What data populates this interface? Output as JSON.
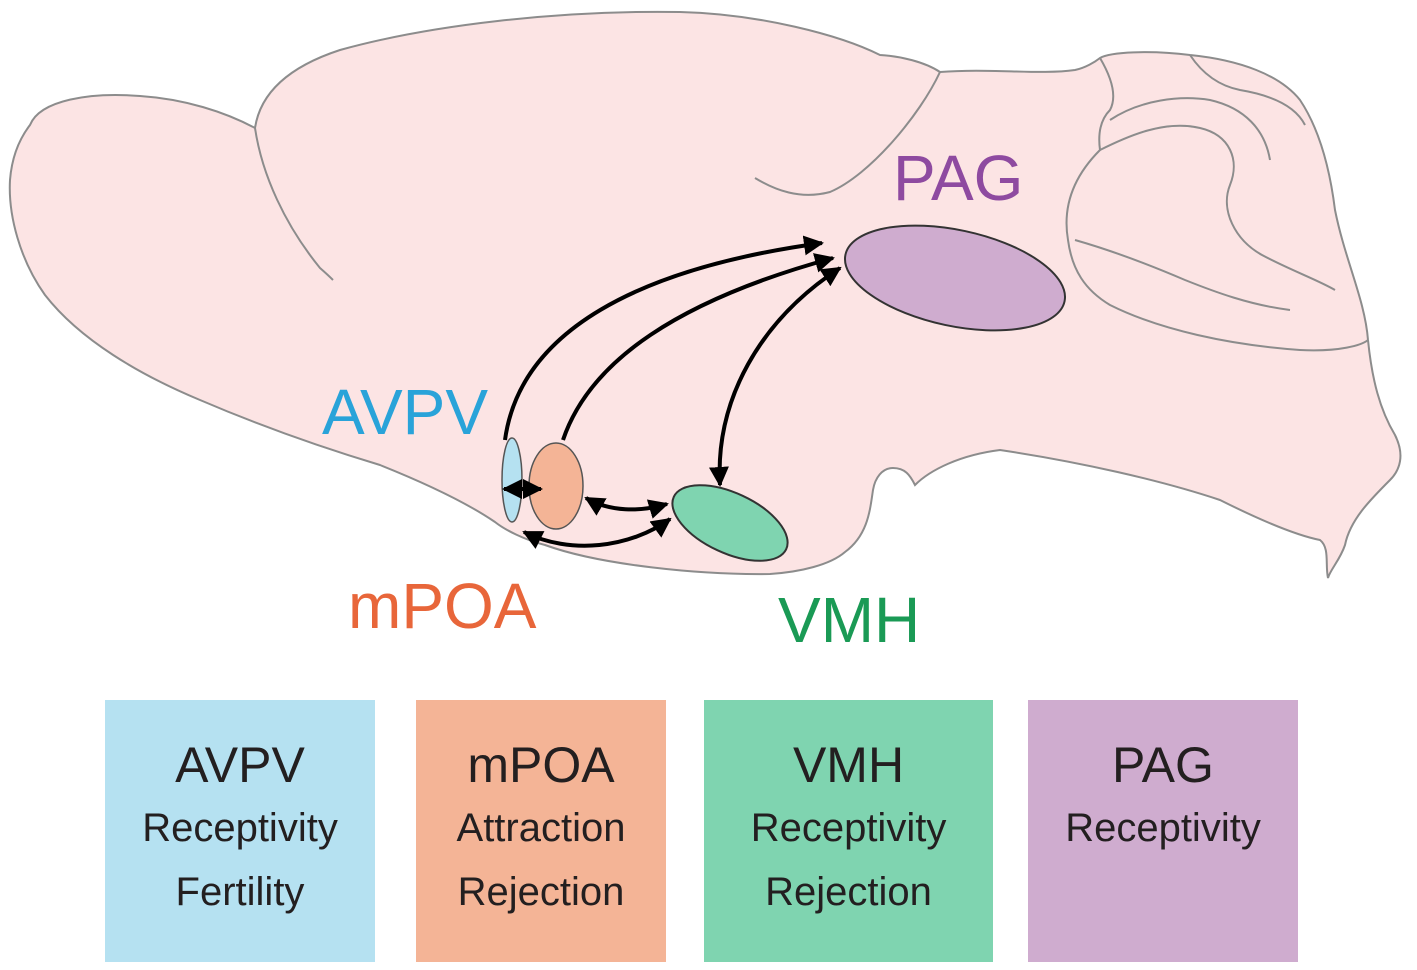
{
  "labels": {
    "pag": "PAG",
    "avpv": "AVPV",
    "mpoa": "mPOA",
    "vmh": "VMH"
  },
  "boxes": [
    {
      "id": "avpv",
      "title": "AVPV",
      "functions": [
        "Receptivity",
        "Fertility"
      ]
    },
    {
      "id": "mpoa",
      "title": "mPOA",
      "functions": [
        "Attraction",
        "Rejection"
      ]
    },
    {
      "id": "vmh",
      "title": "VMH",
      "functions": [
        "Receptivity",
        "Rejection"
      ]
    },
    {
      "id": "pag",
      "title": "PAG",
      "functions": [
        "Receptivity"
      ]
    }
  ],
  "colors": {
    "brain_fill": "#fce4e4",
    "brain_outline": "#8c8c8c",
    "avpv": "#29a3d9",
    "mpoa": "#e8663a",
    "vmh": "#1a9a55",
    "pag": "#8e4aa0",
    "avpv_fill": "#b5e1f1",
    "mpoa_fill": "#f4b496",
    "vmh_fill": "#7fd4b0",
    "pag_fill": "#cfaccf",
    "arrow": "#000000"
  }
}
